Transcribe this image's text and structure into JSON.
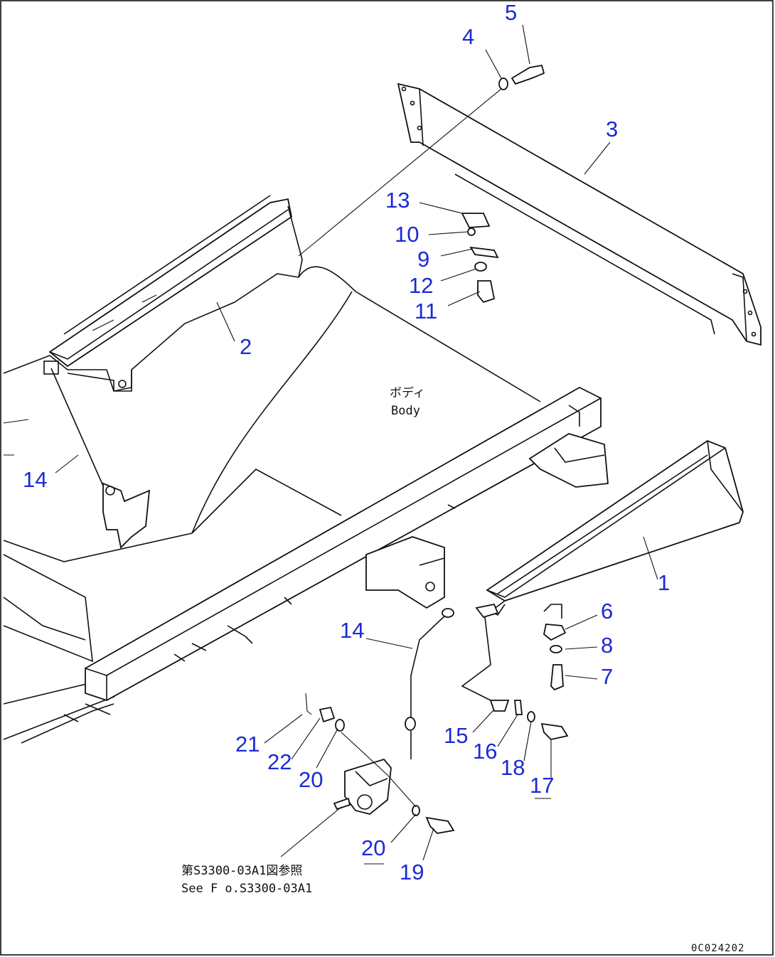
{
  "callouts": [
    {
      "id": "c5",
      "text": "5"
    },
    {
      "id": "c4",
      "text": "4"
    },
    {
      "id": "c3",
      "text": "3"
    },
    {
      "id": "c13",
      "text": "13"
    },
    {
      "id": "c10",
      "text": "10"
    },
    {
      "id": "c9",
      "text": "9"
    },
    {
      "id": "c12",
      "text": "12"
    },
    {
      "id": "c11",
      "text": "11"
    },
    {
      "id": "c2",
      "text": "2"
    },
    {
      "id": "c14a",
      "text": "14"
    },
    {
      "id": "c1",
      "text": "1"
    },
    {
      "id": "c6",
      "text": "6"
    },
    {
      "id": "c8",
      "text": "8"
    },
    {
      "id": "c7",
      "text": "7"
    },
    {
      "id": "c14b",
      "text": "14"
    },
    {
      "id": "c21",
      "text": "21"
    },
    {
      "id": "c22",
      "text": "22"
    },
    {
      "id": "c20a",
      "text": "20"
    },
    {
      "id": "c15",
      "text": "15"
    },
    {
      "id": "c16",
      "text": "16"
    },
    {
      "id": "c18",
      "text": "18"
    },
    {
      "id": "c17",
      "text": "17"
    },
    {
      "id": "c20b",
      "text": "20"
    },
    {
      "id": "c19",
      "text": "19"
    }
  ],
  "body_label_jp": "ボディ",
  "body_label_en": "Body",
  "reference_jp": "第S3300-03A1図参照",
  "reference_en": "See F o.S3300-03A1",
  "drawing_code": "0C024202"
}
